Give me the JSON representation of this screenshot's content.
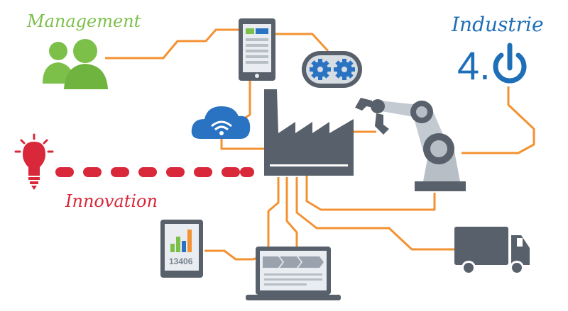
{
  "labels": {
    "management": "Management",
    "innovation": "Innovation",
    "industrie": "Industrie",
    "version": "4.",
    "tablet_number": "13406"
  },
  "colors": {
    "connector": "#f39233",
    "management": "#7cc04a",
    "innovation": "#d8283a",
    "industrie": "#1f6fb8",
    "device": "#58606b",
    "panel": "#e9ecf0",
    "cloud": "#2a73c2"
  },
  "icons": [
    "people-icon",
    "lightbulb-icon",
    "tablet-icon",
    "gears-icon",
    "cloud-wifi-icon",
    "factory-icon",
    "robot-arm-icon",
    "power-icon",
    "chart-tablet-icon",
    "laptop-icon",
    "truck-icon"
  ]
}
